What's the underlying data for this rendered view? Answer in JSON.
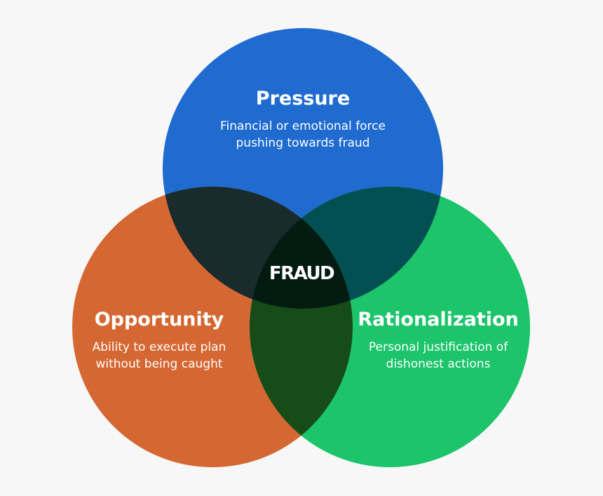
{
  "colors": {
    "background": "#f7f7f7",
    "pressure": "#1f6bd0",
    "opportunity": "#d56732",
    "rationalization": "#1cc46a",
    "overlap_pressure_opportunity": "#1a2b2e",
    "overlap_pressure_rationalization": "#035053",
    "overlap_opportunity_rationalization": "#174c19",
    "center": "#031b10"
  },
  "circles": {
    "pressure": {
      "title": "Pressure",
      "description_lines": [
        "Financial or emotional force",
        "pushing towards fraud"
      ]
    },
    "opportunity": {
      "title": "Opportunity",
      "description_lines": [
        "Ability to execute plan",
        "without being caught"
      ]
    },
    "rationalization": {
      "title": "Rationalization",
      "description_lines": [
        "Personal justification of",
        "dishonest actions"
      ]
    }
  },
  "center": {
    "label": "FRAUD"
  }
}
